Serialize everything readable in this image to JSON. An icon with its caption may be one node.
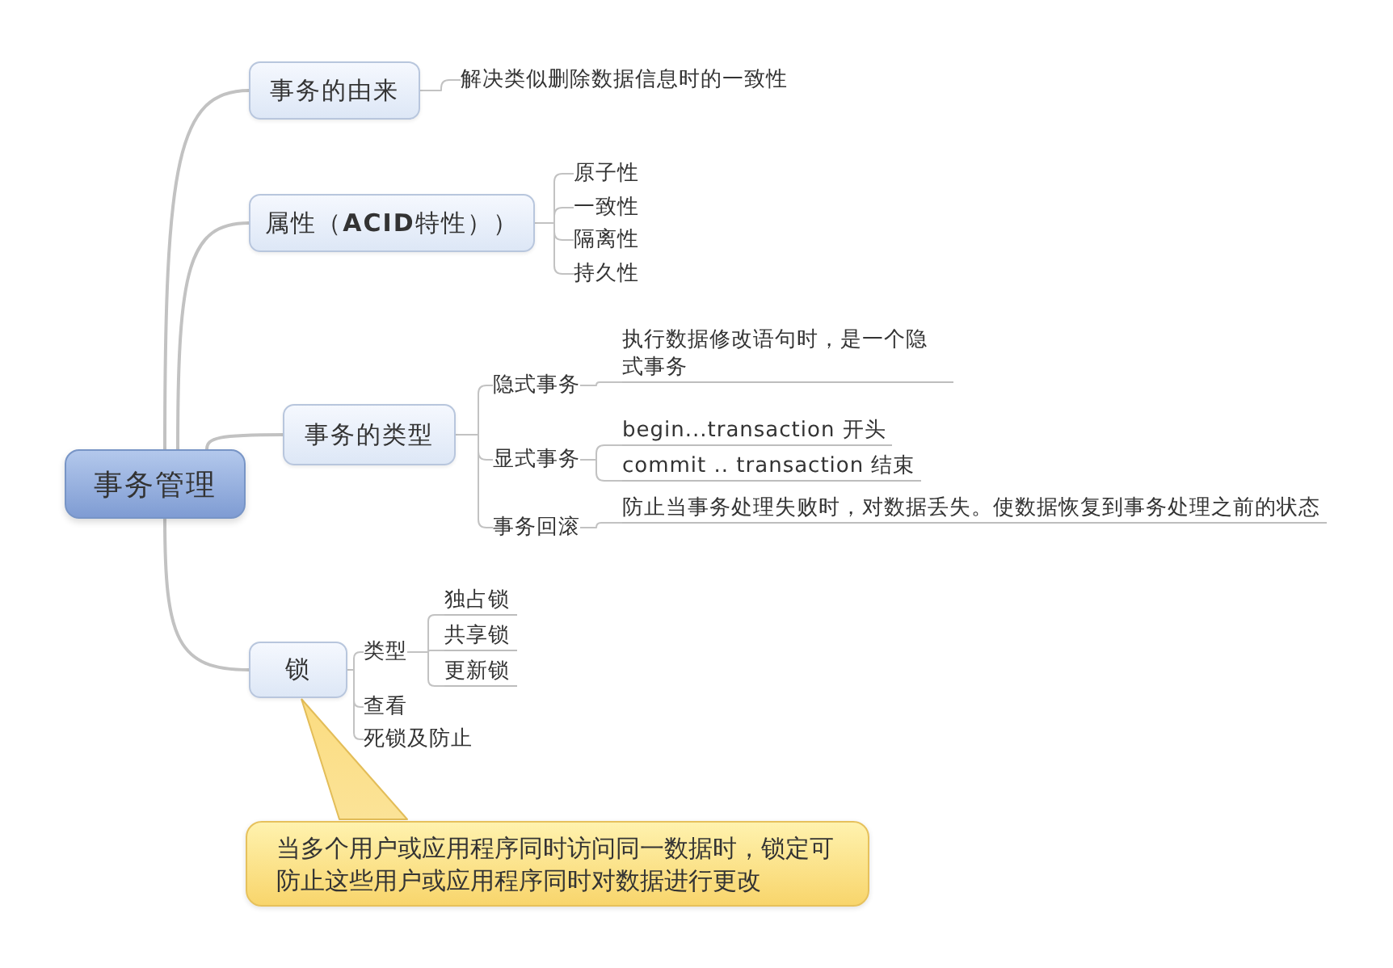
{
  "diagram": {
    "nodes": [
      {
        "text": [
          "事务管理"
        ]
      },
      {
        "text": [
          "事务的由来"
        ]
      },
      {
        "text": [
          "解决类似删除数据信息时的一致性"
        ]
      },
      {
        "text": [
          "属性（**ACID**特性））"
        ]
      },
      {
        "text": [
          "原子性"
        ]
      },
      {
        "text": [
          "一致性"
        ]
      },
      {
        "text": [
          "隔离性"
        ]
      },
      {
        "text": [
          "持久性"
        ]
      },
      {
        "text": [
          "事务的类型"
        ]
      },
      {
        "text": [
          "隐式事务"
        ]
      },
      {
        "text": [
          "执行数据修改语句时，是一个隐式事务"
        ]
      },
      {
        "text": [
          "显式事务"
        ]
      },
      {
        "text": [
          "begin...transaction 开头"
        ]
      },
      {
        "text": [
          "commit .. transaction 结束"
        ]
      },
      {
        "text": [
          "事务回滚"
        ]
      },
      {
        "text": [
          "防止当事务处理失败时，对数据丢失。使数据恢复到事务处理之前的状态"
        ]
      },
      {
        "text": [
          "锁"
        ]
      },
      {
        "text": [
          "类型"
        ]
      },
      {
        "text": [
          "独占锁"
        ]
      },
      {
        "text": [
          "共享锁"
        ]
      },
      {
        "text": [
          "更新锁"
        ]
      },
      {
        "text": [
          "查看"
        ]
      },
      {
        "text": [
          "死锁及防止"
        ]
      },
      {
        "text": [
          "当多个用户或应用程序同时访问同一数据时，锁定可防止这些用户或应用程序同时对数据进行更改"
        ]
      }
    ],
    "edges": [
      {
        "from": 0,
        "to": 1,
        "arrow": "none"
      },
      {
        "from": 0,
        "to": 3,
        "arrow": "none"
      },
      {
        "from": 0,
        "to": 8,
        "arrow": "none"
      },
      {
        "from": 0,
        "to": 16,
        "arrow": "none"
      },
      {
        "from": 1,
        "to": 2,
        "arrow": "none"
      },
      {
        "from": 3,
        "to": 4,
        "arrow": "none"
      },
      {
        "from": 3,
        "to": 5,
        "arrow": "none"
      },
      {
        "from": 3,
        "to": 6,
        "arrow": "none"
      },
      {
        "from": 3,
        "to": 7,
        "arrow": "none"
      },
      {
        "from": 8,
        "to": 9,
        "arrow": "none"
      },
      {
        "from": 8,
        "to": 11,
        "arrow": "none"
      },
      {
        "from": 8,
        "to": 14,
        "arrow": "none"
      },
      {
        "from": 9,
        "to": 10,
        "arrow": "none"
      },
      {
        "from": 11,
        "to": 12,
        "arrow": "none"
      },
      {
        "from": 11,
        "to": 13,
        "arrow": "none"
      },
      {
        "from": 14,
        "to": 15,
        "arrow": "none"
      },
      {
        "from": 16,
        "to": 17,
        "arrow": "none"
      },
      {
        "from": 16,
        "to": 21,
        "arrow": "none"
      },
      {
        "from": 16,
        "to": 22,
        "arrow": "none"
      },
      {
        "from": 17,
        "to": 18,
        "arrow": "none"
      },
      {
        "from": 17,
        "to": 19,
        "arrow": "none"
      },
      {
        "from": 17,
        "to": 20,
        "arrow": "none"
      },
      {
        "from": 16,
        "to": 23,
        "arrow": "none",
        "color": "#e3bd58"
      }
    ]
  }
}
